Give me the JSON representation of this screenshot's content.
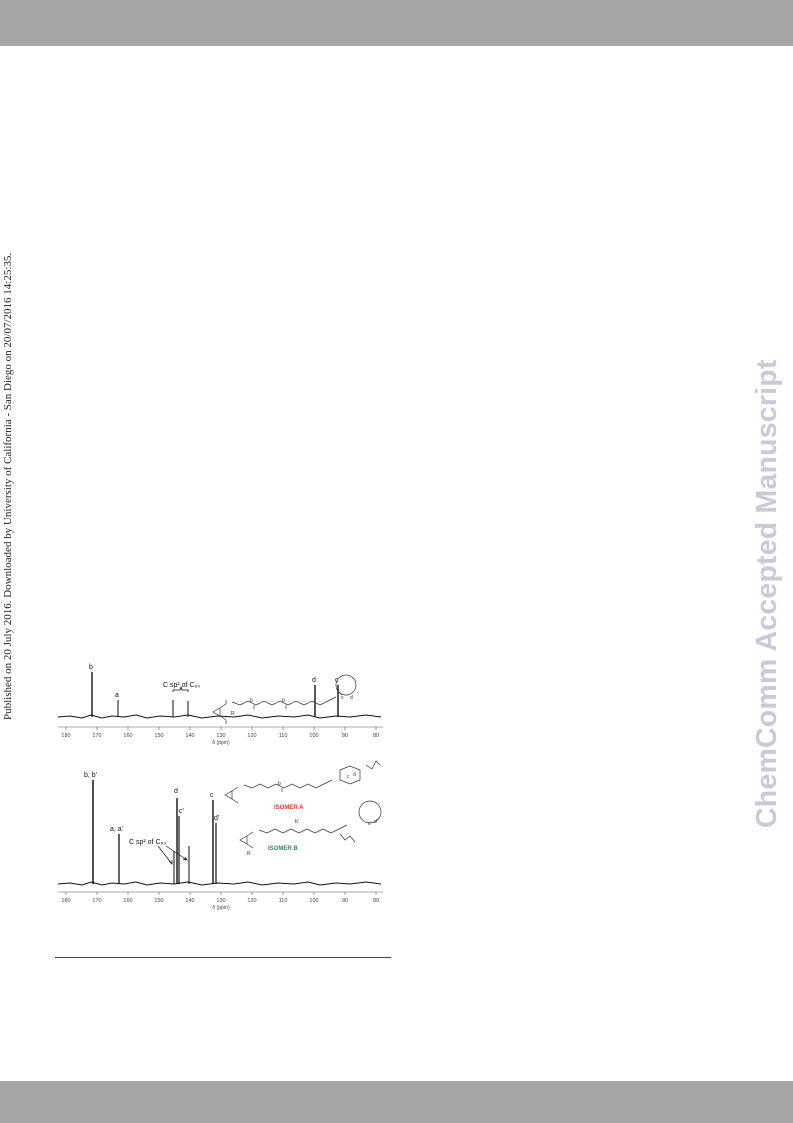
{
  "side_note": "Published on 20 July 2016. Downloaded by University of California - San Diego on 20/07/2016 14:25:35.",
  "watermark": "ChemComm Accepted Manuscript",
  "figure": {
    "top_panel": {
      "peak_labels": [
        "b",
        "a",
        "C sp² of C₆₀",
        "d",
        "c"
      ],
      "axis_ticks": [
        "180",
        "170",
        "160",
        "150",
        "140",
        "130",
        "120",
        "110",
        "100",
        "90",
        "80"
      ],
      "axis_label": "δ (ppm)",
      "structure_labels": [
        "b",
        "b",
        "c",
        "d",
        "R"
      ]
    },
    "bottom_panel": {
      "peak_labels": [
        "b, b'",
        "a, a'",
        "d",
        "c'",
        "C sp² of C₆₀",
        "c",
        "d'"
      ],
      "axis_ticks": [
        "180",
        "170",
        "160",
        "150",
        "140",
        "130",
        "120",
        "110",
        "100",
        "90",
        "80"
      ],
      "axis_label": "δ (ppm)",
      "isomer_a": "ISOMER A",
      "isomer_b": "ISOMER B",
      "isomer_a_color": "#e03a2f",
      "isomer_b_color": "#2e8b57",
      "structure_labels": [
        "b",
        "c",
        "d",
        "b'",
        "c'",
        "d'",
        "R"
      ]
    }
  }
}
